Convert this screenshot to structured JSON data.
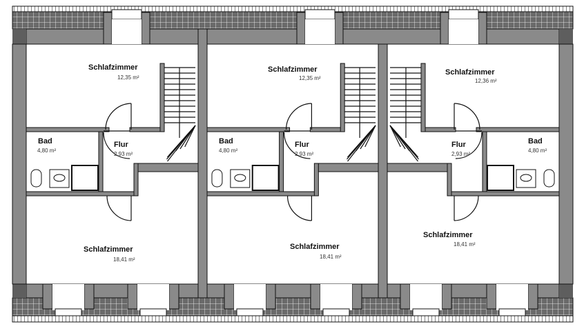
{
  "plan": {
    "units": [
      {
        "rooms": [
          {
            "name": "Schlafzimmer",
            "area": "12,35 m²"
          },
          {
            "name": "Bad",
            "area": "4,80 m²"
          },
          {
            "name": "Flur",
            "area": "2,93 m²"
          },
          {
            "name": "Schlafzimmer",
            "area": "18,41 m²"
          }
        ]
      },
      {
        "rooms": [
          {
            "name": "Schlafzimmer",
            "area": "12,35 m²"
          },
          {
            "name": "Bad",
            "area": "4,80 m²"
          },
          {
            "name": "Flur",
            "area": "2,93 m²"
          },
          {
            "name": "Schlafzimmer",
            "area": "18,41 m²"
          }
        ]
      },
      {
        "rooms": [
          {
            "name": "Schlafzimmer",
            "area": "12,36 m²"
          },
          {
            "name": "Bad",
            "area": "4,80 m²"
          },
          {
            "name": "Flur",
            "area": "2,93 m²"
          },
          {
            "name": "Schlafzimmer",
            "area": "18,41 m²"
          }
        ]
      }
    ],
    "colors": {
      "wall": "#8a8a8a",
      "tile": "#6a6a6a",
      "line": "#111111"
    }
  }
}
